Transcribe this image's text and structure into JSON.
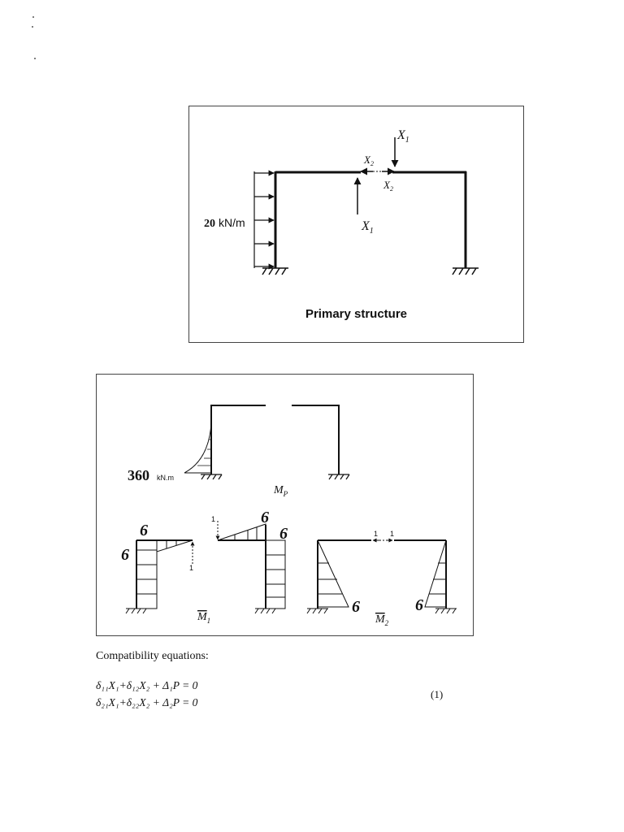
{
  "figure1": {
    "caption": "Primary structure",
    "load_value": "20",
    "load_unit": "kN/m",
    "x1_symbol": "X",
    "x1_sub": "1",
    "x2_symbol": "X",
    "x2_sub": "2"
  },
  "figure2": {
    "mp_value": "360",
    "mp_unit": "kN.m",
    "mp_symbol": "M",
    "mp_sub": "P",
    "m1_symbol": "M",
    "m1_sub": "1",
    "m2_symbol": "M",
    "m2_sub": "2",
    "m1_values": [
      "6",
      "6",
      "1",
      "1",
      "6",
      "6"
    ],
    "m2_values": [
      "1",
      "1",
      "6",
      "6"
    ]
  },
  "text": {
    "heading": "Compatibility equations:",
    "equation1": "δ₁₁X₁+δ₁₂X₂ + Δ₁P = 0",
    "equation2": "δ₂₁X₁+δ₂₂X₂ + Δ₂P = 0",
    "equation_number": "(1)"
  }
}
